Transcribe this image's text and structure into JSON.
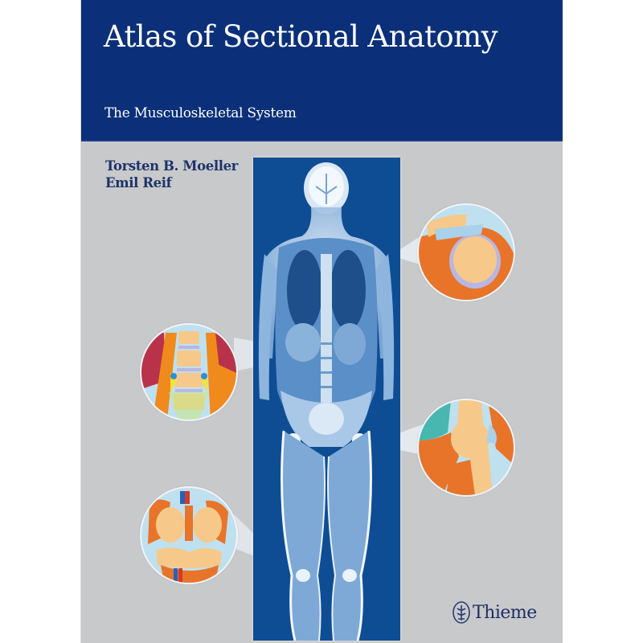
{
  "book": {
    "title": "Atlas of Sectional Anatomy",
    "subtitle": "The Musculoskeletal System",
    "authors": [
      "Torsten B. Moeller",
      "Emil Reif"
    ],
    "publisher": "Thieme",
    "publisher_logo_icon": "thieme-emblem-icon"
  },
  "artwork": {
    "main_image": "full-body-mri-coronal-section",
    "insets": [
      {
        "id": "shoulder",
        "label": "shoulder-joint-illustration",
        "side": "right"
      },
      {
        "id": "spine",
        "label": "lumbar-spine-illustration",
        "side": "left"
      },
      {
        "id": "hip",
        "label": "hip-joint-illustration",
        "side": "right"
      },
      {
        "id": "knee",
        "label": "knee-joint-illustration",
        "side": "left"
      }
    ]
  },
  "colors": {
    "band": "#0b3079",
    "background": "#c8c9cb",
    "mri_blue": "#0e4d94",
    "author_text": "#1d3468",
    "inset_orange": "#e8742a",
    "inset_bone": "#f6c98a",
    "inset_fluid": "#bfe0ef"
  }
}
